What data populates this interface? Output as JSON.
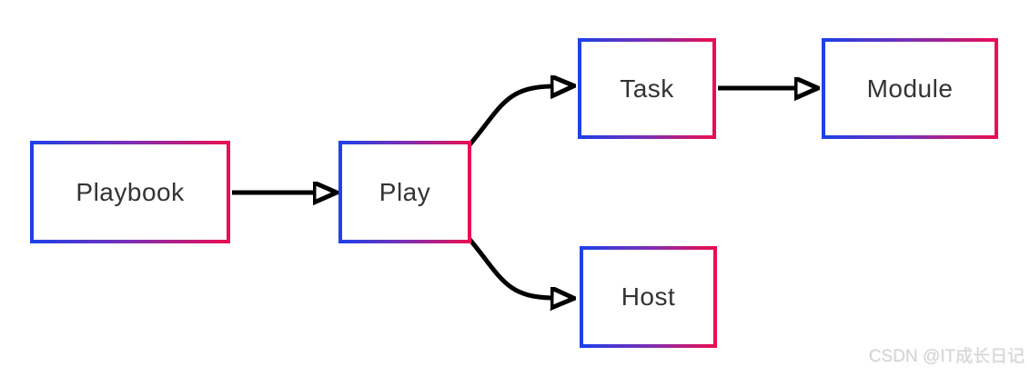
{
  "diagram": {
    "type": "flowchart",
    "nodes": [
      {
        "id": "playbook",
        "label": "Playbook"
      },
      {
        "id": "play",
        "label": "Play"
      },
      {
        "id": "task",
        "label": "Task"
      },
      {
        "id": "module",
        "label": "Module"
      },
      {
        "id": "host",
        "label": "Host"
      }
    ],
    "edges": [
      {
        "from": "Playbook",
        "to": "Play",
        "style": "straight"
      },
      {
        "from": "Play",
        "to": "Task",
        "style": "curved-up"
      },
      {
        "from": "Play",
        "to": "Host",
        "style": "curved-down"
      },
      {
        "from": "Task",
        "to": "Module",
        "style": "straight"
      }
    ],
    "colors": {
      "node_border_gradient_start": "#1f40e8",
      "node_border_gradient_mid": "#7b2fb4",
      "node_border_gradient_end": "#ea0e52",
      "node_fill": "#ffffff",
      "node_text": "#333333",
      "arrow": "#000000",
      "background": "#ffffff"
    }
  },
  "watermark": {
    "text": "CSDN @IT成长日记",
    "color": "#d4d4d4"
  }
}
